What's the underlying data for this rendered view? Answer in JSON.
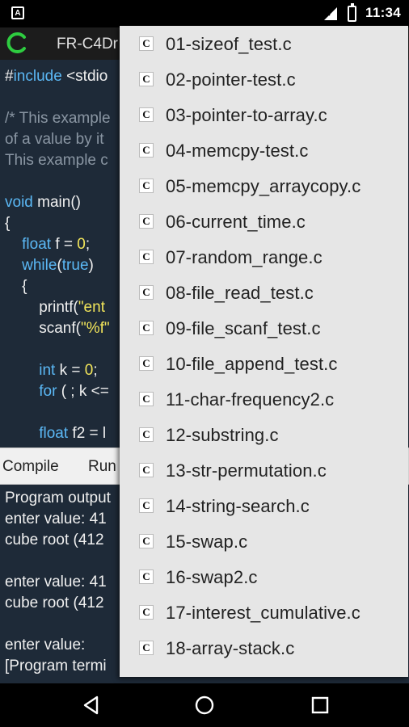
{
  "status_bar": {
    "notification_glyph": "A",
    "time": "11:34"
  },
  "app_bar": {
    "title": "FR-C4Dr",
    "logo_color": "#2ecc40"
  },
  "editor": {
    "lines": [
      [
        {
          "t": "#"
        },
        {
          "t": "include",
          "c": "kw"
        },
        {
          "t": " <stdio"
        }
      ],
      [],
      [
        {
          "t": "/* This example",
          "c": "cm"
        }
      ],
      [
        {
          "t": "of a value by it",
          "c": "cm"
        }
      ],
      [
        {
          "t": "This example c",
          "c": "cm"
        }
      ],
      [],
      [
        {
          "t": "void",
          "c": "kw"
        },
        {
          "t": " main()"
        }
      ],
      [
        {
          "t": "{"
        }
      ],
      [
        {
          "t": "    "
        },
        {
          "t": "float",
          "c": "kw"
        },
        {
          "t": " f = "
        },
        {
          "t": "0",
          "c": "num"
        },
        {
          "t": ";"
        }
      ],
      [
        {
          "t": "    "
        },
        {
          "t": "while",
          "c": "kw"
        },
        {
          "t": "("
        },
        {
          "t": "true",
          "c": "kw"
        },
        {
          "t": ")"
        }
      ],
      [
        {
          "t": "    {"
        }
      ],
      [
        {
          "t": "        printf("
        },
        {
          "t": "\"ent",
          "c": "str"
        }
      ],
      [
        {
          "t": "        scanf("
        },
        {
          "t": "\"%f\"",
          "c": "str"
        }
      ],
      [],
      [
        {
          "t": "        "
        },
        {
          "t": "int",
          "c": "kw"
        },
        {
          "t": " k = "
        },
        {
          "t": "0",
          "c": "num"
        },
        {
          "t": ";"
        }
      ],
      [
        {
          "t": "        "
        },
        {
          "t": "for",
          "c": "kw"
        },
        {
          "t": " ( ; k <="
        }
      ],
      [],
      [
        {
          "t": "        "
        },
        {
          "t": "float",
          "c": "kw"
        },
        {
          "t": " f2 = l"
        }
      ]
    ]
  },
  "toolbar": {
    "compile_label": "Compile",
    "run_label": "Run"
  },
  "output": {
    "lines": [
      "Program output",
      "enter value: 41",
      "cube root (412",
      "",
      "enter value: 41",
      "cube root (412",
      "",
      "enter value:",
      "[Program termi"
    ]
  },
  "dropdown": {
    "icon_glyph": "C",
    "items": [
      "01-sizeof_test.c",
      "02-pointer-test.c",
      "03-pointer-to-array.c",
      "04-memcpy-test.c",
      "05-memcpy_arraycopy.c",
      "06-current_time.c",
      "07-random_range.c",
      "08-file_read_test.c",
      "09-file_scanf_test.c",
      "10-file_append_test.c",
      "11-char-frequency2.c",
      "12-substring.c",
      "13-str-permutation.c",
      "14-string-search.c",
      "15-swap.c",
      "16-swap2.c",
      "17-interest_cumulative.c",
      "18-array-stack.c"
    ]
  },
  "nav_bar": {
    "icons": [
      "back-icon",
      "home-icon",
      "recents-icon"
    ]
  }
}
